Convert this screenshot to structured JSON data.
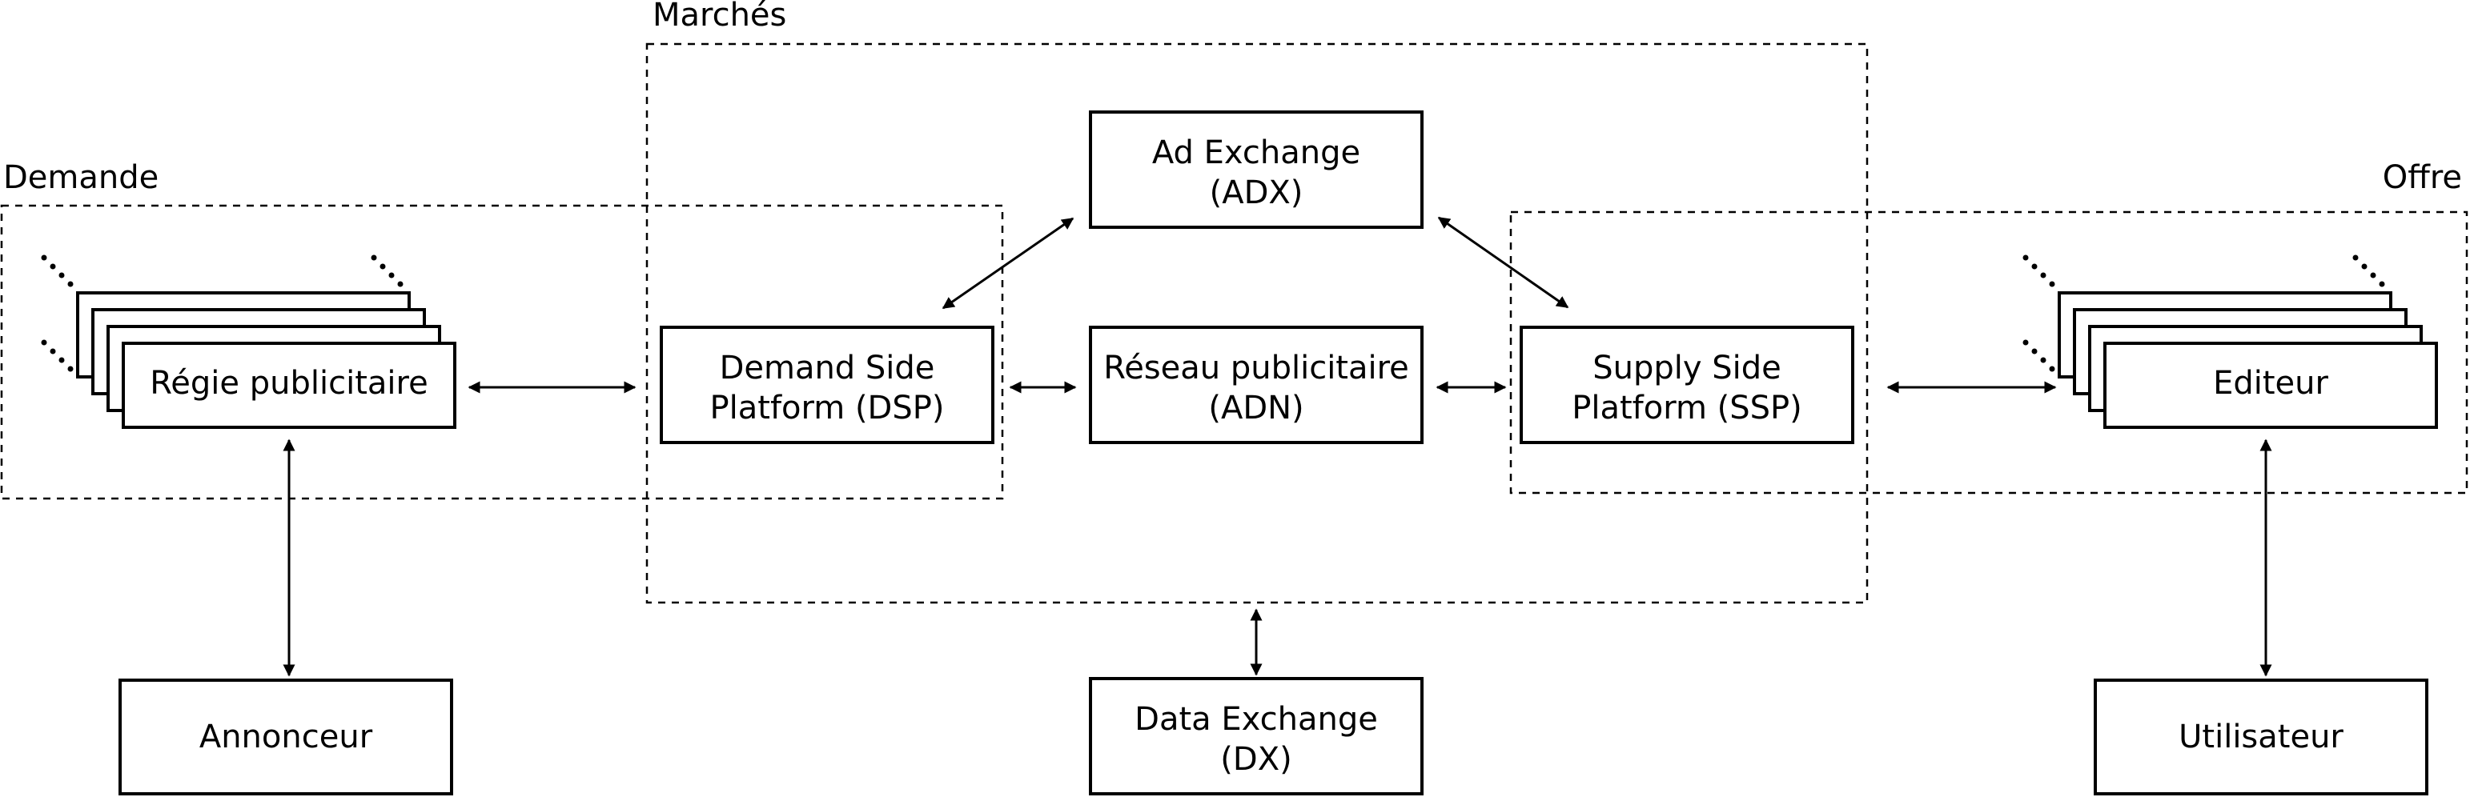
{
  "groups": {
    "demande": "Demande",
    "marches": "Marchés",
    "offre": "Offre"
  },
  "nodes": {
    "regie": "Régie publicitaire",
    "annonceur": "Annonceur",
    "dsp": [
      "Demand Side",
      "Platform (DSP)"
    ],
    "adx": [
      "Ad Exchange",
      "(ADX)"
    ],
    "adn": [
      "Réseau publicitaire",
      "(ADN)"
    ],
    "ssp": [
      "Supply Side",
      "Platform (SSP)"
    ],
    "dx": [
      "Data Exchange",
      "(DX)"
    ],
    "editeur": "Editeur",
    "utilisateur": "Utilisateur"
  }
}
